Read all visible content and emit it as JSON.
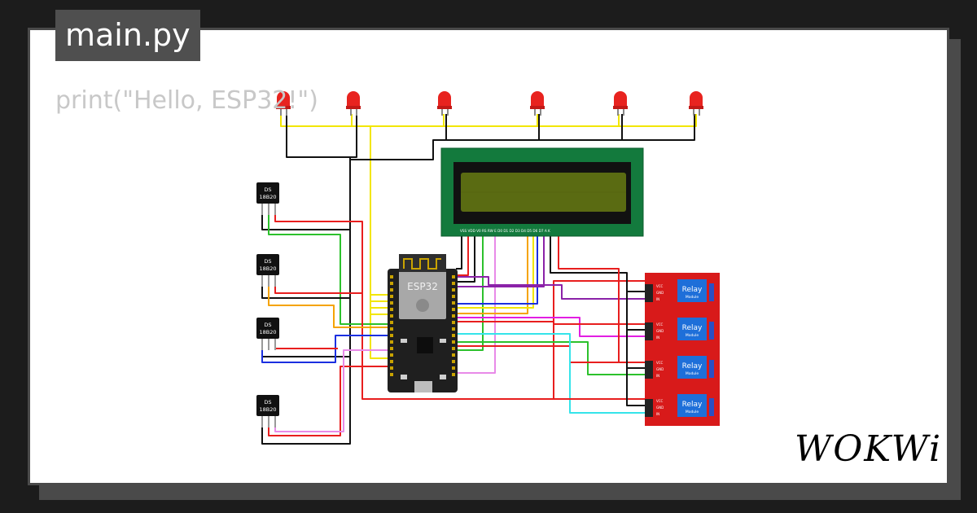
{
  "editor": {
    "file_tab": "main.py",
    "code_line": "print(\"Hello, ESP32!\")"
  },
  "components": {
    "mcu_label": "ESP32",
    "sensor_label_top": "DS",
    "sensor_label_bottom": "18B20",
    "relay_title": "Relay",
    "relay_subtitle": "Module",
    "relay_pins": [
      "VCC",
      "GND",
      "IN"
    ],
    "lcd_pins": "VSS VDD V0 RS RW E D0 D1 D2 D3 D4 D5 D6 D7 A K"
  },
  "brand": {
    "name": "WOKWi"
  },
  "colors": {
    "led_red": "#e8231f",
    "lcd_board": "#137a3d",
    "lcd_screen": "#5a6b12",
    "relay_board": "#d81a1a",
    "relay_block": "#1e6fd9",
    "esp32_board": "#1f1f1f"
  }
}
